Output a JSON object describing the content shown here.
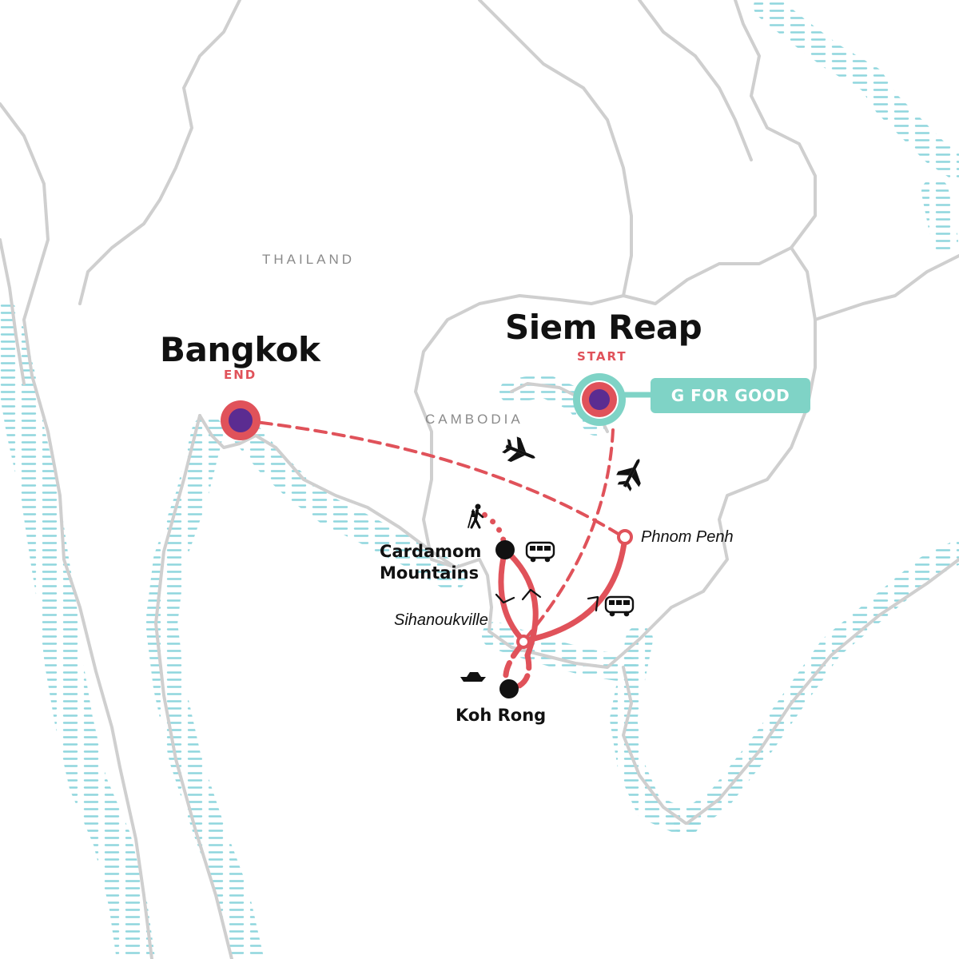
{
  "map": {
    "countries": {
      "thailand": "THAILAND",
      "cambodia": "CAMBODIA"
    },
    "cities": {
      "bangkok": {
        "name": "Bangkok",
        "tag": "END"
      },
      "siem_reap": {
        "name": "Siem Reap",
        "tag": "START"
      },
      "phnom_penh": {
        "name": "Phnom Penh"
      },
      "sihanoukville": {
        "name": "Sihanoukville"
      },
      "cardamom": {
        "line1": "Cardamom",
        "line2": "Mountains"
      },
      "koh_rong": {
        "name": "Koh Rong"
      }
    },
    "badge": {
      "label": "G FOR GOOD"
    },
    "colors": {
      "route": "#e0525a",
      "start_end_fill": "#5b2c91",
      "highlight": "#7fd3c6",
      "border": "#cfcfcf",
      "water_hatch": "#8fd6dd"
    },
    "icons": [
      "plane-icon",
      "bus-icon",
      "hiker-icon",
      "boat-icon"
    ]
  }
}
